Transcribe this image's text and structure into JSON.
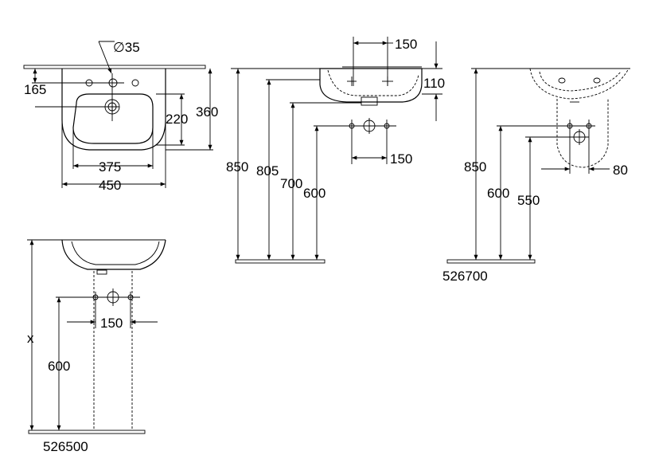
{
  "views": {
    "top": {
      "dim_hole": "∅35",
      "dim_165": "165",
      "dim_220": "220",
      "dim_360": "360",
      "dim_375": "375",
      "dim_450": "450"
    },
    "side": {
      "dim_150_top": "150",
      "dim_110": "110",
      "dim_850": "850",
      "dim_805": "805",
      "dim_700": "700",
      "dim_600": "600",
      "dim_150_bottom": "150"
    },
    "semi_pedestal": {
      "dim_850": "850",
      "dim_600": "600",
      "dim_550": "550",
      "dim_80": "80",
      "code": "526700"
    },
    "pedestal": {
      "dim_x": "x",
      "dim_600": "600",
      "dim_150": "150",
      "code": "526500"
    }
  },
  "colors": {
    "line": "#000000",
    "background": "#ffffff"
  }
}
